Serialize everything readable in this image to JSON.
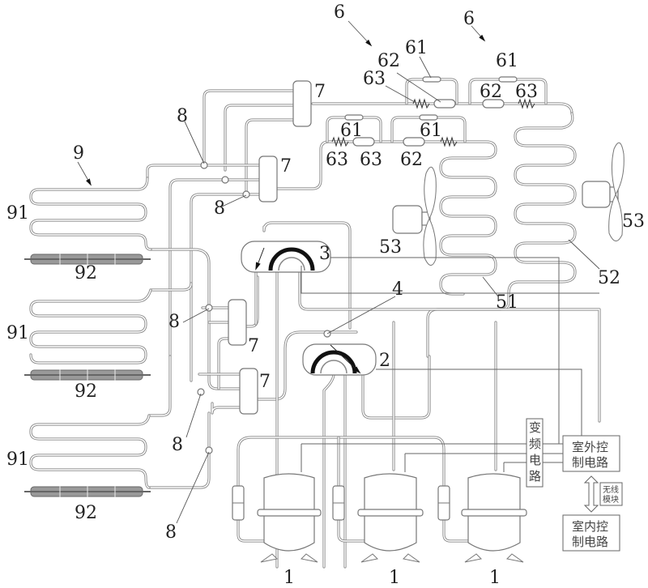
{
  "figure": {
    "type": "refrigeration system schematic",
    "labels": {
      "compressor": "1",
      "four_way_valve_lower": "2",
      "four_way_valve_upper": "3",
      "junction": "4",
      "throttle_group": "6",
      "capillary": "61",
      "filter": "62",
      "spring_valve": "63",
      "distributor": "7",
      "check_node": "8",
      "indoor_unit": "9",
      "evaporator_coil": "91",
      "heater_bar": "92",
      "condenser_left": "51",
      "condenser_right": "52",
      "fan": "53"
    },
    "blocks": {
      "inverter": [
        "变",
        "频",
        "电",
        "路"
      ],
      "outdoor_control": [
        "室外控",
        "制电路"
      ],
      "wireless": [
        "无线",
        "模块"
      ],
      "indoor_control": [
        "室内控",
        "制电路"
      ]
    }
  }
}
